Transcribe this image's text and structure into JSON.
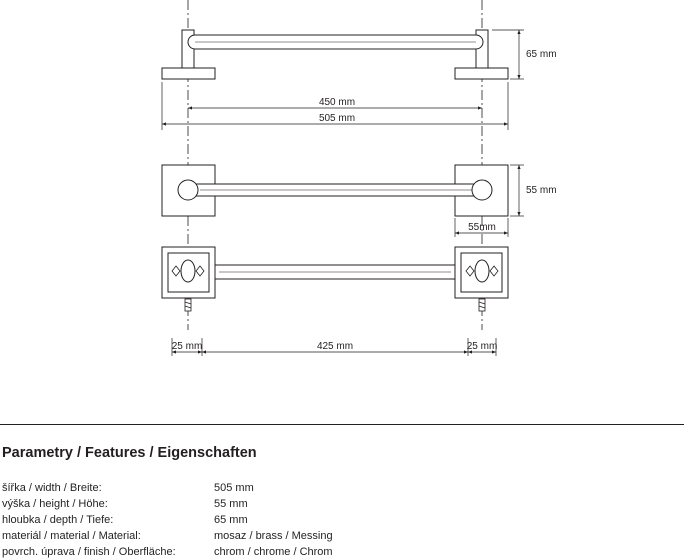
{
  "dimensions": {
    "height_side": "65 mm",
    "inner_width": "450 mm",
    "total_width": "505 mm",
    "plate_height": "55 mm",
    "plate_width": "55mm",
    "left_offset": "25 mm",
    "fixing_distance": "425 mm",
    "right_offset": "25 mm"
  },
  "section": {
    "heading": "Parametry / Features / Eigenschaften"
  },
  "specs": [
    {
      "label": "šířka / width / Breite:",
      "value": "505 mm"
    },
    {
      "label": "výška / height / Höhe:",
      "value": "55 mm"
    },
    {
      "label": "hloubka / depth / Tiefe:",
      "value": "65 mm"
    },
    {
      "label": "materiál / material / Material:",
      "value": "mosaz / brass / Messing"
    },
    {
      "label": "povrch. úprava / finish / Oberfläche:",
      "value": "chrom / chrome / Chrom"
    }
  ],
  "colors": {
    "line": "#231f20",
    "background": "#ffffff"
  }
}
